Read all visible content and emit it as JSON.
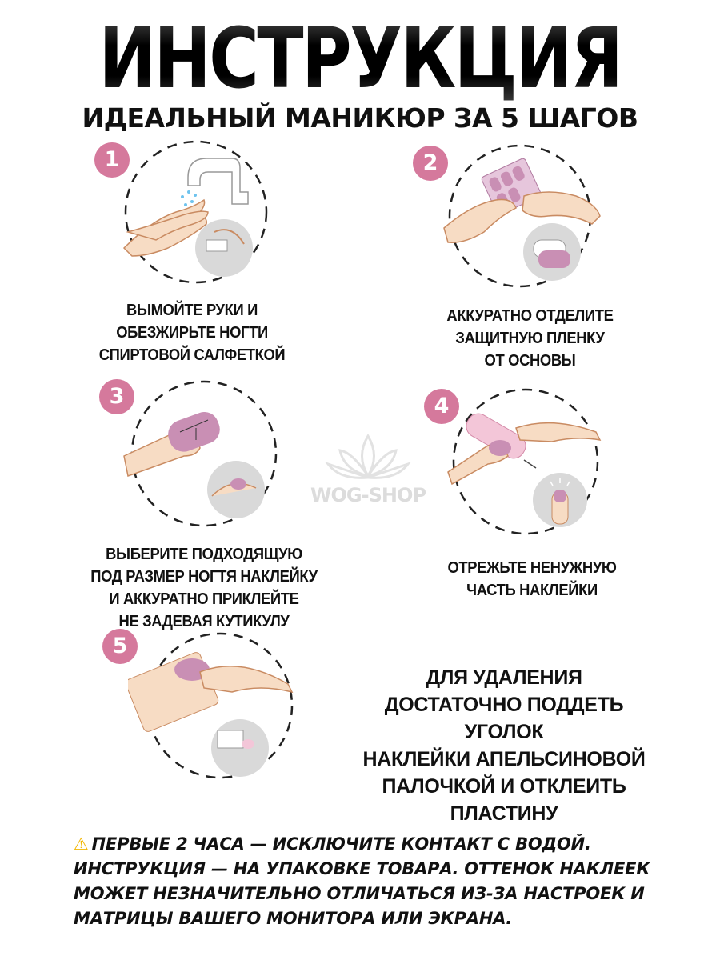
{
  "header": {
    "title": "ИНСТРУКЦИЯ",
    "subtitle": "ИДЕАЛЬНЫЙ МАНИКЮР ЗА 5 ШАГОВ"
  },
  "colors": {
    "badge": "#d5799c",
    "nail_pink": "#c98fb4",
    "skin": "#f7dcc4",
    "skin_line": "#c98b62",
    "dash": "#222222",
    "inset_bg": "#d9d9d9",
    "water": "#6ec3ee"
  },
  "steps": [
    {
      "number": "1",
      "caption": "ВЫМОЙТЕ РУКИ И\nОБЕЗЖИРЬТЕ НОГТИ\nСПИРТОВОЙ САЛФЕТКОЙ"
    },
    {
      "number": "2",
      "caption": "АККУРАТНО ОТДЕЛИТЕ\nЗАЩИТНУЮ ПЛЕНКУ\nОТ ОСНОВЫ"
    },
    {
      "number": "3",
      "caption": "ВЫБЕРИТЕ ПОДХОДЯЩУЮ\nПОД РАЗМЕР НОГТЯ НАКЛЕЙКУ\nИ АККУРАТНО ПРИКЛЕЙТЕ\nНЕ ЗАДЕВАЯ КУТИКУЛУ"
    },
    {
      "number": "4",
      "caption": "ОТРЕЖЬТЕ НЕНУЖНУЮ\nЧАСТЬ НАКЛЕЙКИ"
    },
    {
      "number": "5",
      "caption": ""
    }
  ],
  "removal_note": "ДЛЯ УДАЛЕНИЯ\nДОСТАТОЧНО ПОДДЕТЬ УГОЛОК\nНАКЛЕЙКИ АПЕЛЬСИНОВОЙ\nПАЛОЧКОЙ И ОТКЛЕИТЬ\nПЛАСТИНУ",
  "watermark": {
    "text": "WOG-SHOP",
    "icon": "lotus-icon"
  },
  "footer": {
    "icon": "warning-icon",
    "text": "ПЕРВЫЕ 2 ЧАСА — ИСКЛЮЧИТЕ КОНТАКТ С ВОДОЙ. ИНСТРУКЦИЯ — НА УПАКОВКЕ ТОВАРА. ОТТЕНОК НАКЛЕЕК МОЖЕТ НЕЗНАЧИТЕЛЬНО ОТЛИЧАТЬСЯ ИЗ-ЗА НАСТРОЕК И МАТРИЦЫ ВАШЕГО МОНИТОРА ИЛИ ЭКРАНА."
  }
}
